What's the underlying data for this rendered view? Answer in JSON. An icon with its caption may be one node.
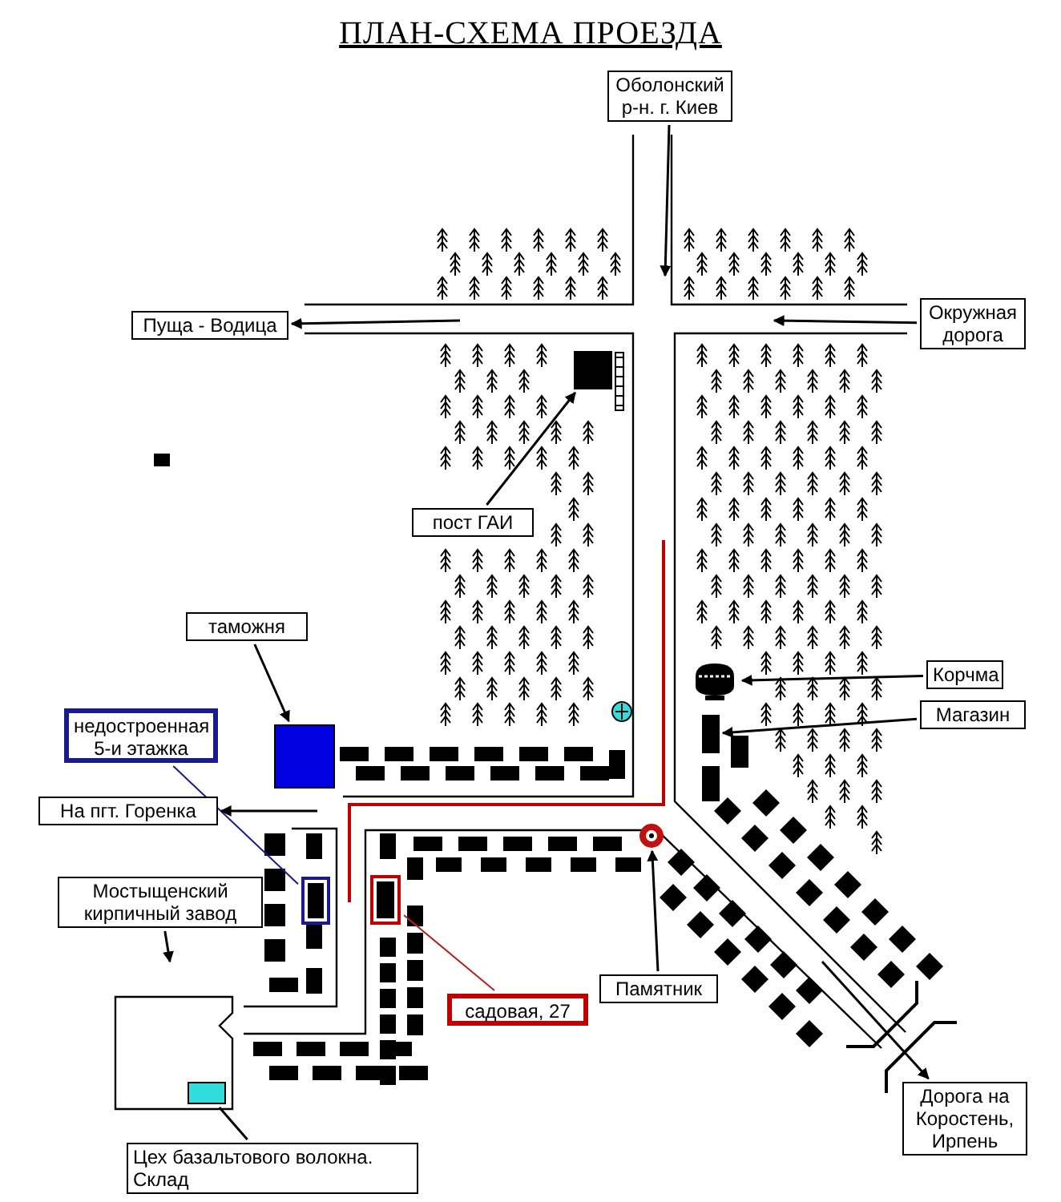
{
  "diagram": {
    "title": "ПЛАН-СХЕМА ПРОЕЗДА",
    "nodes": [
      {
        "text": [
          "Оболонский р-н. г. Киев"
        ]
      },
      {
        "text": [
          "Пуща - Водица"
        ]
      },
      {
        "text": [
          "Окружная дорога"
        ]
      },
      {
        "text": [
          "пост ГАИ"
        ]
      },
      {
        "text": [],
        "shape": "box"
      },
      {
        "text": [
          "таможня"
        ]
      },
      {
        "text": [],
        "shape": "box"
      },
      {
        "text": [
          "Корчма"
        ]
      },
      {
        "text": [],
        "shape": "picture"
      },
      {
        "text": [
          "Магазин"
        ]
      },
      {
        "text": [],
        "shape": "box"
      },
      {
        "text": [
          "недостроенная 5-и этажка"
        ]
      },
      {
        "text": [],
        "shape": "box"
      },
      {
        "text": [
          "На пгт. Горенка"
        ]
      },
      {
        "text": [
          "Мостыщенский кирпичный завод"
        ]
      },
      {
        "text": [
          "садовая, 27"
        ]
      },
      {
        "text": [],
        "shape": "box"
      },
      {
        "text": [
          "Памятник"
        ]
      },
      {
        "text": [],
        "shape": "circle"
      },
      {
        "text": [
          "Дорога на Коростень, Ирпень"
        ]
      },
      {
        "text": [
          "Цех базальтового волокна. Склад"
        ]
      },
      {
        "text": [],
        "shape": "box"
      }
    ],
    "edges": [
      {
        "from": 0,
        "to": null,
        "arrow": "to"
      },
      {
        "from": null,
        "to": 1,
        "arrow": "to"
      },
      {
        "from": 2,
        "to": null,
        "arrow": "to"
      },
      {
        "from": 3,
        "to": 4,
        "arrow": "to"
      },
      {
        "from": 5,
        "to": 6,
        "arrow": "to"
      },
      {
        "from": 7,
        "to": 8,
        "arrow": "to"
      },
      {
        "from": 9,
        "to": 10,
        "arrow": "to"
      },
      {
        "from": 11,
        "to": 12,
        "arrow": "none",
        "color": "#1a1a8c"
      },
      {
        "from": null,
        "to": 13,
        "arrow": "to"
      },
      {
        "from": 14,
        "to": null,
        "arrow": "to"
      },
      {
        "from": 15,
        "to": 16,
        "arrow": "none",
        "color": "#b22222"
      },
      {
        "from": 17,
        "to": 18,
        "arrow": "to"
      },
      {
        "from": null,
        "to": 19,
        "arrow": "to"
      },
      {
        "from": 20,
        "to": 21,
        "arrow": "none"
      }
    ]
  }
}
